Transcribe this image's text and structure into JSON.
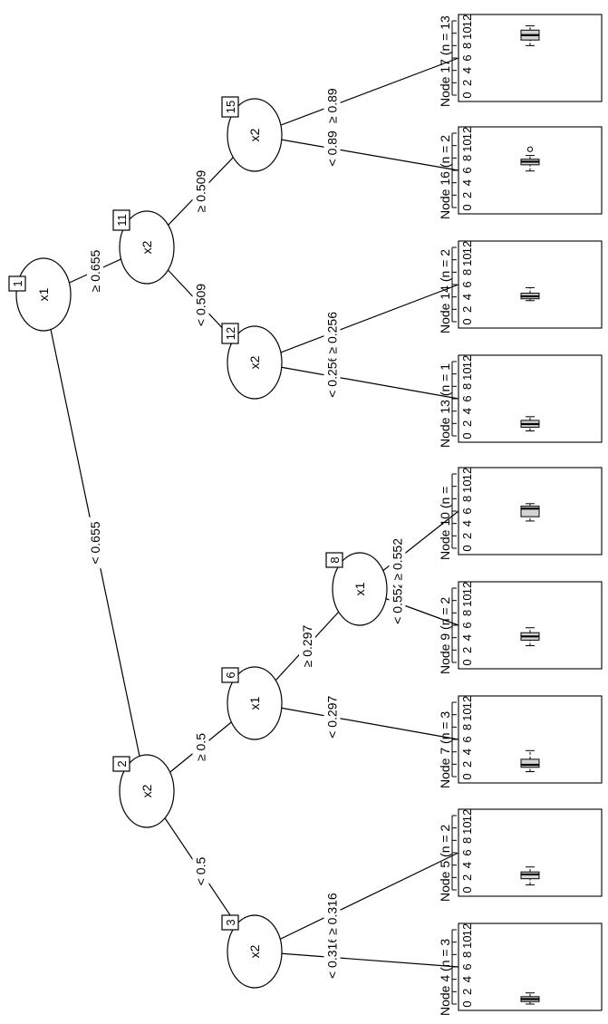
{
  "tree": {
    "inner_nodes": [
      {
        "id": "1",
        "var": "x1"
      },
      {
        "id": "2",
        "var": "x2"
      },
      {
        "id": "3",
        "var": "x2"
      },
      {
        "id": "6",
        "var": "x1"
      },
      {
        "id": "8",
        "var": "x1"
      },
      {
        "id": "11",
        "var": "x2"
      },
      {
        "id": "12",
        "var": "x2"
      },
      {
        "id": "15",
        "var": "x2"
      }
    ],
    "edges": [
      {
        "from": "1",
        "to": "2",
        "label": "< 0.655"
      },
      {
        "from": "1",
        "to": "11",
        "label": "≥ 0.655"
      },
      {
        "from": "2",
        "to": "3",
        "label": "< 0.5"
      },
      {
        "from": "2",
        "to": "6",
        "label": "≥ 0.5"
      },
      {
        "from": "3",
        "to": "4",
        "label": "< 0.316"
      },
      {
        "from": "3",
        "to": "5",
        "label": "≥ 0.316"
      },
      {
        "from": "6",
        "to": "7",
        "label": "< 0.297"
      },
      {
        "from": "6",
        "to": "8",
        "label": "≥ 0.297"
      },
      {
        "from": "8",
        "to": "9",
        "label": "< 0.552"
      },
      {
        "from": "8",
        "to": "10",
        "label": "≥ 0.552"
      },
      {
        "from": "11",
        "to": "12",
        "label": "< 0.509"
      },
      {
        "from": "11",
        "to": "15",
        "label": "≥ 0.509"
      },
      {
        "from": "12",
        "to": "13",
        "label": "< 0.256"
      },
      {
        "from": "12",
        "to": "14",
        "label": "≥ 0.256"
      },
      {
        "from": "15",
        "to": "16",
        "label": "< 0.89"
      },
      {
        "from": "15",
        "to": "17",
        "label": "≥ 0.89"
      }
    ],
    "axis_ticks": [
      "0",
      "2",
      "4",
      "6",
      "8",
      "10",
      "12"
    ],
    "axis_range": [
      0,
      12
    ],
    "leaves": [
      {
        "id": "4",
        "title": "Node 4 (n = 3",
        "min": 0,
        "q1": 0.4,
        "med": 0.8,
        "q3": 1.2,
        "max": 1.8
      },
      {
        "id": "5",
        "title": "Node 5 (n = 2",
        "min": 0.8,
        "q1": 1.8,
        "med": 2.5,
        "q3": 2.9,
        "max": 3.7
      },
      {
        "id": "7",
        "title": "Node 7 (n = 3",
        "min": 0.8,
        "q1": 1.5,
        "med": 1.9,
        "q3": 2.8,
        "max": 4.2
      },
      {
        "id": "9",
        "title": "Node 9 (n = 2",
        "min": 2.7,
        "q1": 3.6,
        "med": 4.2,
        "q3": 4.8,
        "max": 5.6
      },
      {
        "id": "10",
        "title": "Node 10 (n =",
        "min": 4.4,
        "q1": 5.1,
        "med": 6.4,
        "q3": 6.8,
        "max": 7.2
      },
      {
        "id": "13",
        "title": "Node 13 (n = 1",
        "min": 0.8,
        "q1": 1.4,
        "med": 1.9,
        "q3": 2.5,
        "max": 3.1
      },
      {
        "id": "14",
        "title": "Node 14 (n = 2",
        "min": 3.4,
        "q1": 3.7,
        "med": 4.1,
        "q3": 4.6,
        "max": 5.5
      },
      {
        "id": "16",
        "title": "Node 16 (n = 2",
        "min": 5.9,
        "q1": 6.9,
        "med": 7.4,
        "q3": 7.8,
        "max": 8.4,
        "outliers": [
          9.4
        ]
      },
      {
        "id": "17",
        "title": "Node 17 (n = 13)",
        "min": 8.0,
        "q1": 8.9,
        "med": 9.7,
        "q3": 10.5,
        "max": 11.2
      }
    ]
  }
}
